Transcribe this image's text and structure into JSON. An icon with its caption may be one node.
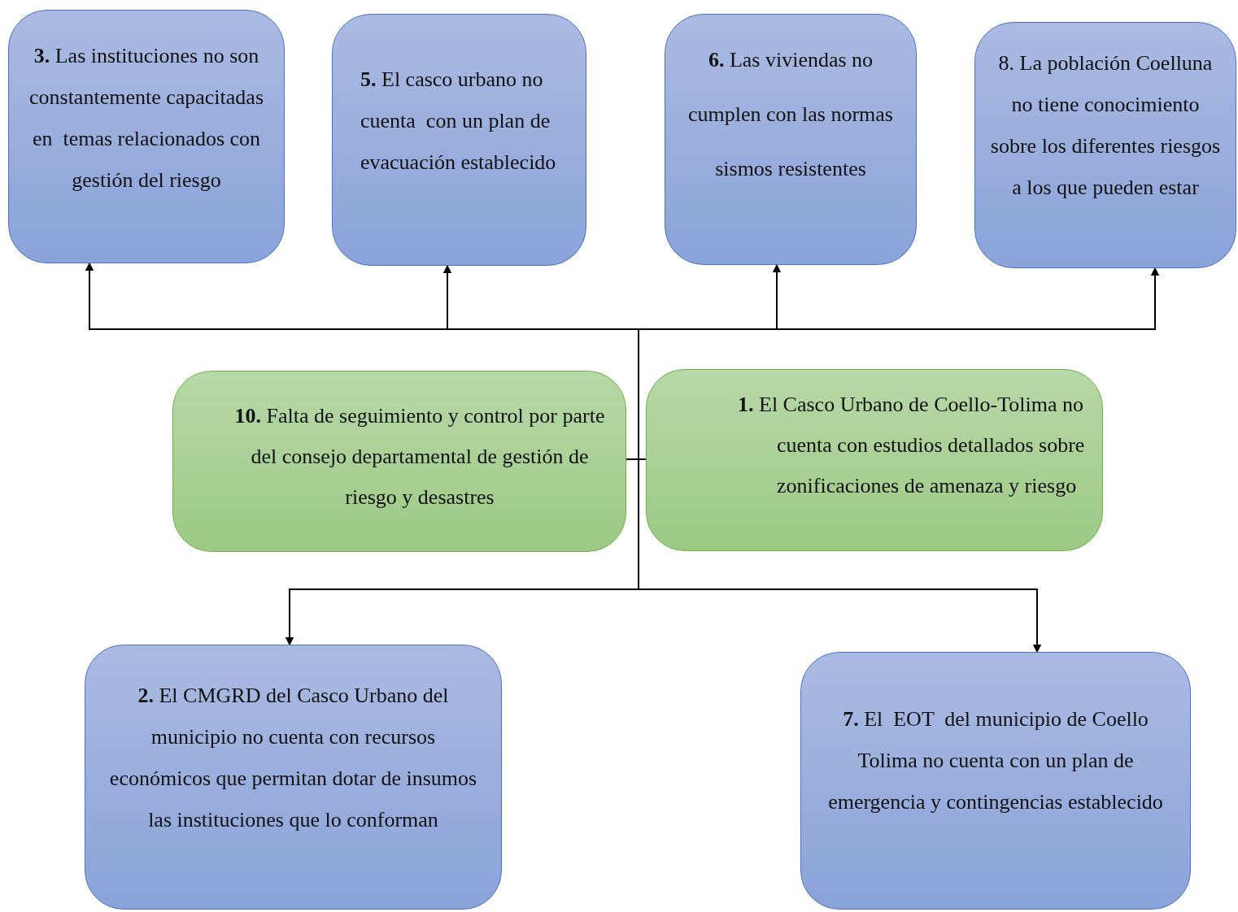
{
  "diagram": {
    "nodes": [
      {
        "text": [
          "**3.** Las instituciones no son constantemente capacitadas en  temas relacionados con gestión del riesgo"
        ]
      },
      {
        "text": [
          "**5.** El casco urbano no cuenta  con un plan de evacuación establecido"
        ]
      },
      {
        "text": [
          "**6.** Las viviendas no cumplen con las normas sismos resistentes"
        ]
      },
      {
        "text": [
          "8. La población Coelluna  no tiene conocimiento sobre los diferentes riesgos a los que pueden estar"
        ]
      },
      {
        "text": [
          "**10.** Falta de seguimiento y control por parte del consejo departamental de gestión de riesgo y desastres"
        ]
      },
      {
        "text": [
          "**1.** El Casco Urbano de Coello-Tolima no cuenta con estudios detallados sobre zonificaciones de amenaza y riesgo"
        ]
      },
      {
        "text": [
          "**2.** El CMGRD del Casco Urbano del municipio no cuenta con recursos económicos que permitan dotar de insumos las instituciones que lo conforman"
        ]
      },
      {
        "text": [
          "**7.** El  EOT  del municipio de Coello Tolima no cuenta con un plan de emergencia y contingencias establecido"
        ]
      }
    ],
    "edges": [
      {
        "from": 4,
        "to": 0,
        "arrow": "to"
      },
      {
        "from": 4,
        "to": 1,
        "arrow": "to"
      },
      {
        "from": 4,
        "to": 2,
        "arrow": "to"
      },
      {
        "from": 4,
        "to": 3,
        "arrow": "to"
      },
      {
        "from": 4,
        "to": 6,
        "arrow": "to"
      },
      {
        "from": 4,
        "to": 7,
        "arrow": "to"
      },
      {
        "from": 5,
        "to": 0,
        "arrow": "to"
      },
      {
        "from": 5,
        "to": 1,
        "arrow": "to"
      },
      {
        "from": 5,
        "to": 2,
        "arrow": "to"
      },
      {
        "from": 5,
        "to": 3,
        "arrow": "to"
      },
      {
        "from": 5,
        "to": 6,
        "arrow": "to"
      },
      {
        "from": 5,
        "to": 7,
        "arrow": "to"
      }
    ]
  }
}
